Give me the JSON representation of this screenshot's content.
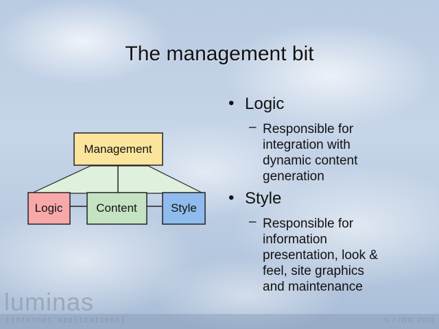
{
  "slide": {
    "title": "The management bit"
  },
  "diagram": {
    "nodes": {
      "management": {
        "label": "Management",
        "color": "#fbe59d"
      },
      "logic": {
        "label": "Logic",
        "color": "#f8a8a8"
      },
      "content": {
        "label": "Content",
        "color": "#c4e3c2"
      },
      "style": {
        "label": "Style",
        "color": "#8fbcec"
      }
    },
    "connector_fill": "#dff0dc"
  },
  "bullets": [
    {
      "heading": "Logic",
      "detail": [
        "Responsible for",
        "integration with",
        "dynamic content",
        "generation"
      ]
    },
    {
      "heading": "Style",
      "detail": [
        "Responsible for",
        "information",
        "presentation, look &",
        "feel, site graphics",
        "and maintenance"
      ]
    }
  ],
  "footer": {
    "logo": "luminas",
    "tagline": "[internet applications]",
    "right_text": "nt / IWM 2001"
  }
}
